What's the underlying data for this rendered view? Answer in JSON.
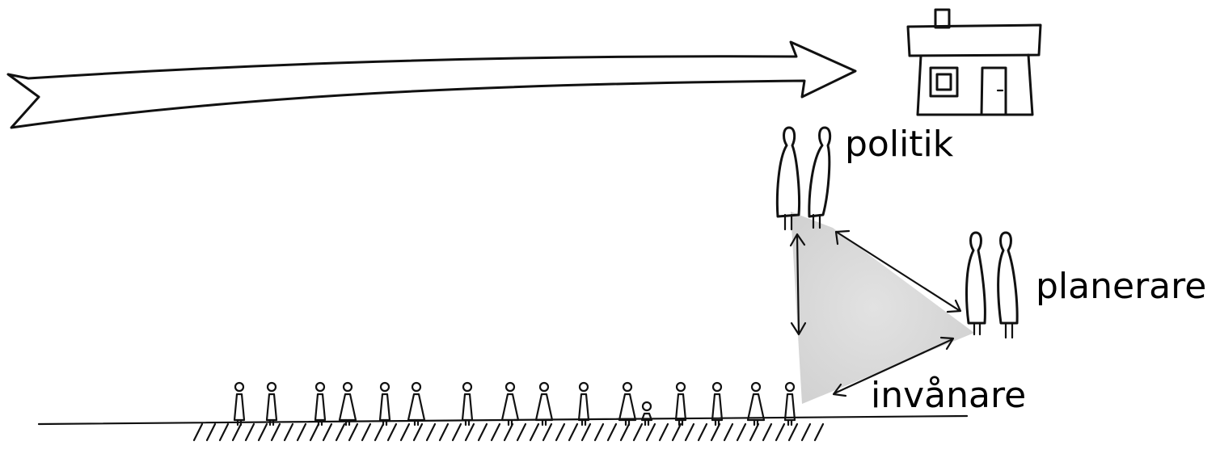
{
  "labels": {
    "politik": "politik",
    "planerare": "planerare",
    "invanare": "invånare"
  },
  "colors": {
    "ink": "#111111",
    "triangle_fill": "#d6d6d6",
    "background": "#ffffff"
  },
  "icons": [
    "big-arrow",
    "house-icon",
    "person-icon",
    "double-arrow",
    "ground-line"
  ]
}
